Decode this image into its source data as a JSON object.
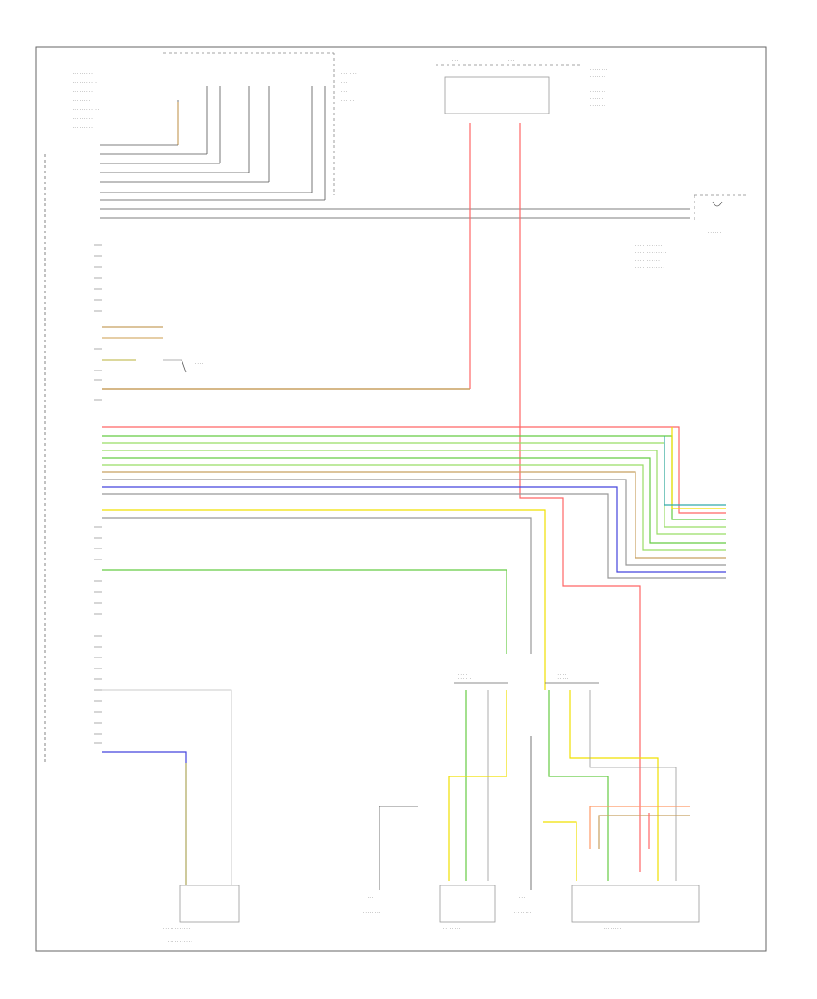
{
  "diagram": {
    "footer_code": "",
    "ground_label": "",
    "components": [
      {
        "id": "sensor-top-left",
        "label": ""
      },
      {
        "id": "fuse-box",
        "label": ""
      },
      {
        "id": "antenna-right",
        "label": ""
      },
      {
        "id": "telephone-transceiver",
        "label": ""
      },
      {
        "id": "connector-left",
        "label": ""
      },
      {
        "id": "connector-right",
        "label": ""
      },
      {
        "id": "rear-speaker-left",
        "label": ""
      },
      {
        "id": "rear-speaker-right",
        "label": ""
      },
      {
        "id": "external-audio-left",
        "label": ""
      },
      {
        "id": "external-audio-right",
        "label": ""
      }
    ],
    "wire_colors": {
      "red": "#ff4d4d",
      "orange_brown": "#c8a060",
      "green": "#66cc44",
      "light_green": "#99dd66",
      "yellow": "#f0e000",
      "blue": "#4444dd",
      "gray": "#999999",
      "dark": "#333333",
      "teal": "#33aaaa",
      "pink": "#ff8888"
    }
  }
}
